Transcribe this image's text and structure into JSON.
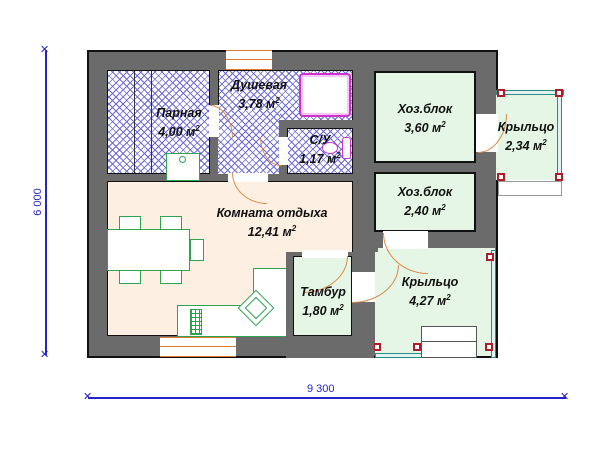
{
  "plan": {
    "rooms": [
      {
        "id": "parnaya",
        "name": "Парная",
        "area": "4,00 м",
        "sup": "2"
      },
      {
        "id": "dushevaya",
        "name": "Душевая",
        "area": "3,78 м",
        "sup": "2"
      },
      {
        "id": "su",
        "name": "С/У",
        "area": "1,17 м",
        "sup": "2"
      },
      {
        "id": "hoz1",
        "name": "Хоз.блок",
        "area": "3,60 м",
        "sup": "2"
      },
      {
        "id": "kryltso1",
        "name": "Крыльцо",
        "area": "2,34 м",
        "sup": "2"
      },
      {
        "id": "komnata",
        "name": "Комната отдыха",
        "area": "12,41 м",
        "sup": "2"
      },
      {
        "id": "hoz2",
        "name": "Хоз.блок",
        "area": "2,40 м",
        "sup": "2"
      },
      {
        "id": "tambur",
        "name": "Тамбур",
        "area": "1,80 м",
        "sup": "2"
      },
      {
        "id": "kryltso2",
        "name": "Крыльцо",
        "area": "4,27 м",
        "sup": "2"
      }
    ],
    "dimensions": {
      "height": "6 000",
      "width": "9 300"
    },
    "colors": {
      "wall": "#6b6b6b",
      "dimension": "#2424c8",
      "wet_hatch": "#6a6ad8",
      "living": "#fdf0e3",
      "utility": "#e6f6e6",
      "furniture": "#2ea44f",
      "post": "#b01c2a"
    }
  }
}
